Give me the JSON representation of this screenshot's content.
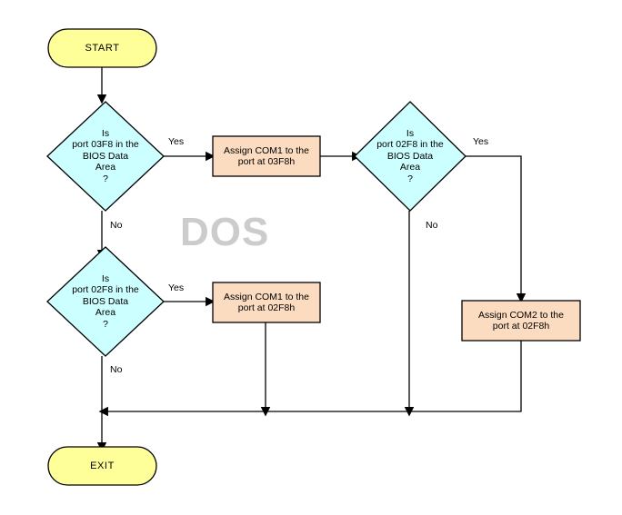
{
  "diagram": {
    "watermark": "DOS",
    "colors": {
      "terminal_fill": "#ffff99",
      "decision_fill": "#ccffff",
      "process_fill": "#fbdcc0",
      "stroke": "#000000",
      "watermark_text": "#cccccc",
      "background": "#ffffff"
    },
    "nodes": {
      "start": {
        "label": "START",
        "type": "terminal"
      },
      "decision_03f8": {
        "label": "Is\nport 03F8 in the\nBIOS Data\nArea\n?",
        "type": "decision"
      },
      "process_com1_03f8": {
        "label": "Assign COM1 to the\nport at 03F8h",
        "type": "process"
      },
      "decision_02f8_top": {
        "label": "Is\nport 02F8 in the\nBIOS Data\nArea\n?",
        "type": "decision"
      },
      "process_com2_02f8": {
        "label": "Assign COM2 to the\nport at 02F8h",
        "type": "process"
      },
      "decision_02f8_bottom": {
        "label": "Is\nport 02F8 in the\nBIOS Data\nArea\n?",
        "type": "decision"
      },
      "process_com1_02f8": {
        "label": "Assign COM1 to the\nport at 02F8h",
        "type": "process"
      },
      "exit": {
        "label": "EXIT",
        "type": "terminal"
      }
    },
    "edge_labels": {
      "yes_03f8": "Yes",
      "no_03f8": "No",
      "yes_02f8_top": "Yes",
      "no_02f8_top": "No",
      "yes_02f8_bottom": "Yes",
      "no_02f8_bottom": "No"
    }
  }
}
